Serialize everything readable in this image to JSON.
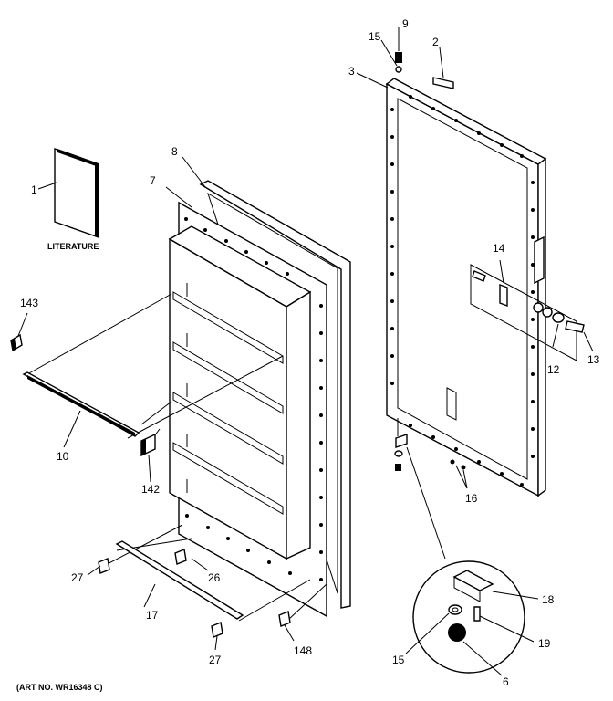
{
  "labels": {
    "p9": "9",
    "p15a": "15",
    "p2": "2",
    "p3": "3",
    "p8": "8",
    "p7": "7",
    "p1": "1",
    "literature": "LITERATURE",
    "p143": "143",
    "p14": "14",
    "p13": "13",
    "p12": "12",
    "p10": "10",
    "p142": "142",
    "p16": "16",
    "p18": "18",
    "p27a": "27",
    "p26": "26",
    "p17": "17",
    "p148": "148",
    "p27b": "27",
    "p15b": "15",
    "p19": "19",
    "p6": "6"
  },
  "art_number": "(ART NO. WR16348 C)"
}
